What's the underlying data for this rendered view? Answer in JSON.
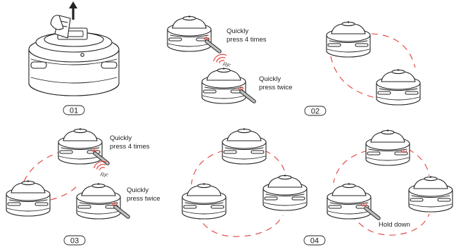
{
  "colors": {
    "ink": "#222222",
    "pairing_path": "#e2403a",
    "signal": "#e2403a",
    "button": "#e2403a"
  },
  "steps": [
    {
      "number": "01"
    },
    {
      "number": "02"
    },
    {
      "number": "03"
    },
    {
      "number": "04"
    }
  ],
  "annotations": {
    "step2_top": "Quickly press 4 times",
    "step2_top_line1": "Quickly",
    "step2_top_line2": "press 4 times",
    "step2_bottom_line1": "Quickly",
    "step2_bottom_line2": "press twice",
    "step3_top_line1": "Quickly",
    "step3_top_line2": "press 4 times",
    "step3_bottom_line1": "Quickly",
    "step3_bottom_line2": "press twice",
    "step4_hold": "Hold down"
  },
  "signal_label": "RF",
  "icons": {
    "arrow": "arrow-up-icon",
    "signal": "rf-signal-icon",
    "finger": "finger-press-icon"
  }
}
